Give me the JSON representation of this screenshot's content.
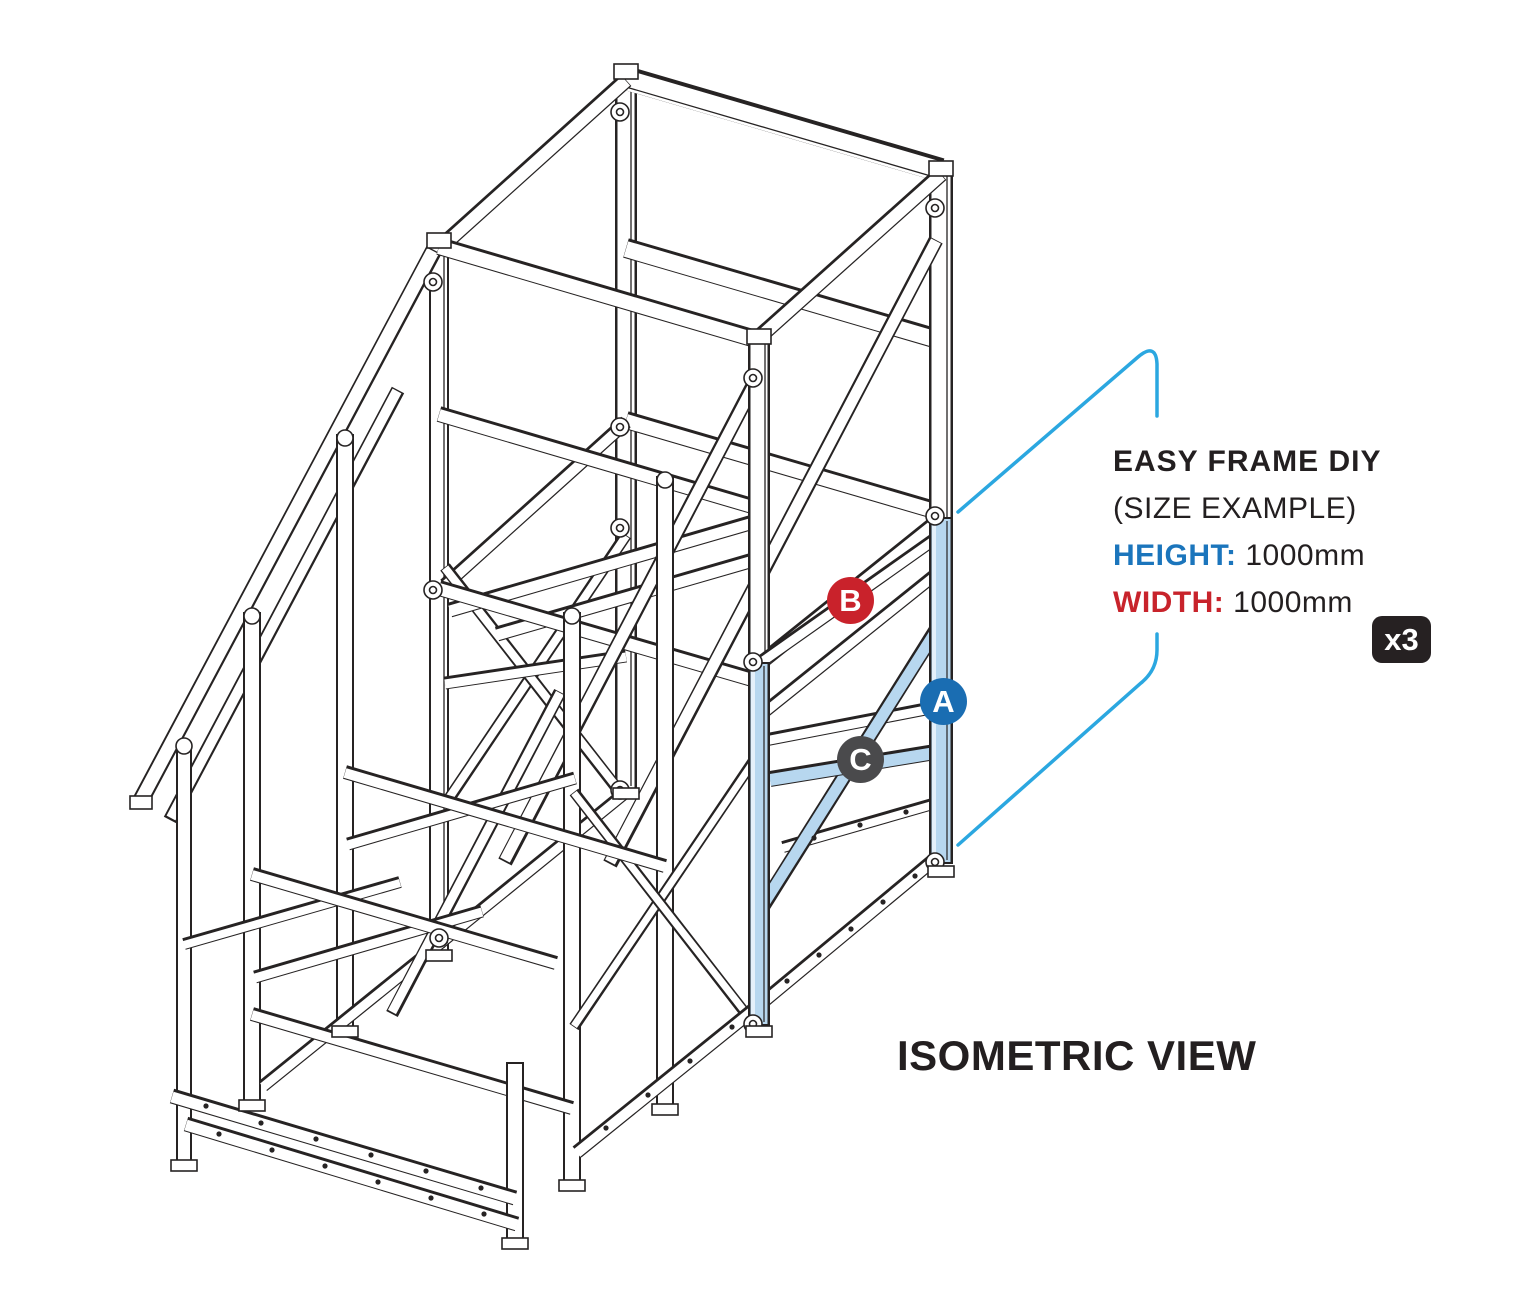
{
  "callout": {
    "title": "EASY FRAME DIY",
    "subtitle": "(SIZE EXAMPLE)",
    "height_label": "HEIGHT:",
    "height_value": "1000mm",
    "width_label": "WIDTH:",
    "width_value": "1000mm",
    "multiplier": "x3"
  },
  "view_label": "ISOMETRIC VIEW",
  "badges": [
    {
      "label": "A",
      "color": "#1a6db2",
      "points_to": "vertical-frame-post"
    },
    {
      "label": "B",
      "color": "#c9222b",
      "points_to": "diagonal-brace"
    },
    {
      "label": "C",
      "color": "#4a4a4c",
      "points_to": "horizontal-beam"
    }
  ],
  "colors": {
    "background": "#ffffff",
    "line": "#262323",
    "highlight_fill": "#b7d7ef",
    "highlight_edge": "#e4f0fa",
    "callout_line": "#2ba7e0",
    "accent_height": "#1b75bc",
    "accent_width": "#c8232b",
    "quantity_badge_bg": "#262122",
    "text": "#231f20"
  }
}
